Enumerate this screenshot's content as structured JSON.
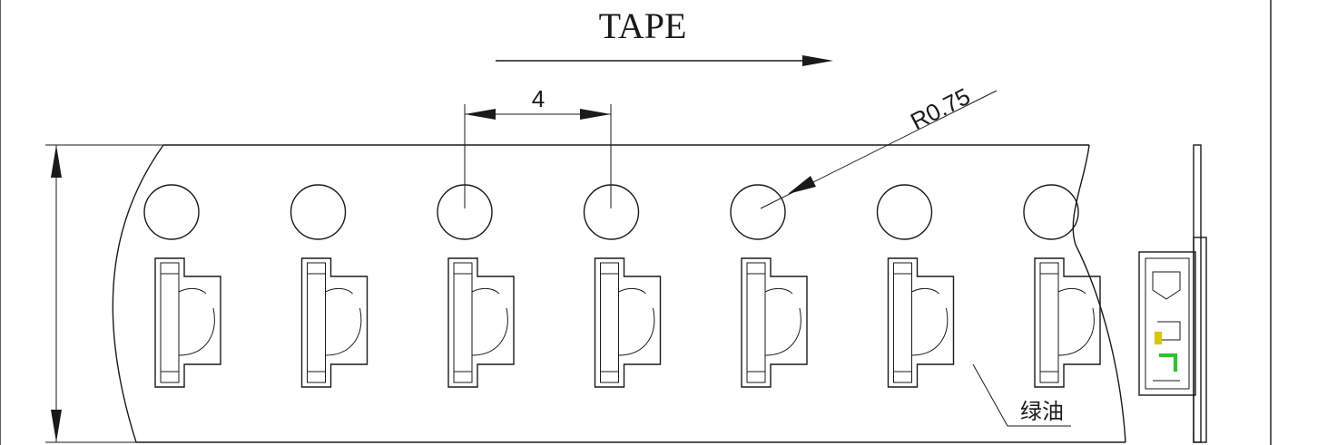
{
  "labels": {
    "direction": "TAPE",
    "pitch": "4",
    "radius": "R0.75",
    "note": "绿油"
  },
  "sprocket_hole_count": 7,
  "pocket_count": 7,
  "colors": {
    "line": "#1a1a1a",
    "background": "#ffffff",
    "accent_green": "#22cc22",
    "accent_yellow": "#d8c800"
  }
}
